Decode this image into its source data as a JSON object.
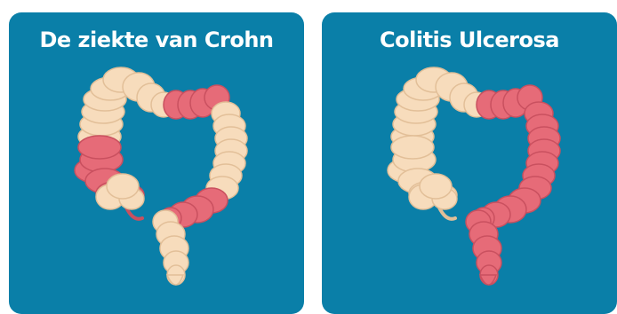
{
  "panels": [
    {
      "title": "De ziekte van Crohn",
      "affected_segments": [
        "ascending-lower",
        "transverse-right",
        "sigmoid"
      ]
    },
    {
      "title": "Colitis Ulcerosa",
      "affected_segments": [
        "transverse-right",
        "descending",
        "sigmoid",
        "rectum"
      ]
    }
  ],
  "colors": {
    "background": "#0a7fa8",
    "healthy_tissue": "#f7dcbc",
    "healthy_outline": "#e2bf98",
    "inflamed_tissue": "#e66b78",
    "inflamed_outline": "#c9505f",
    "title_text": "#ffffff"
  }
}
